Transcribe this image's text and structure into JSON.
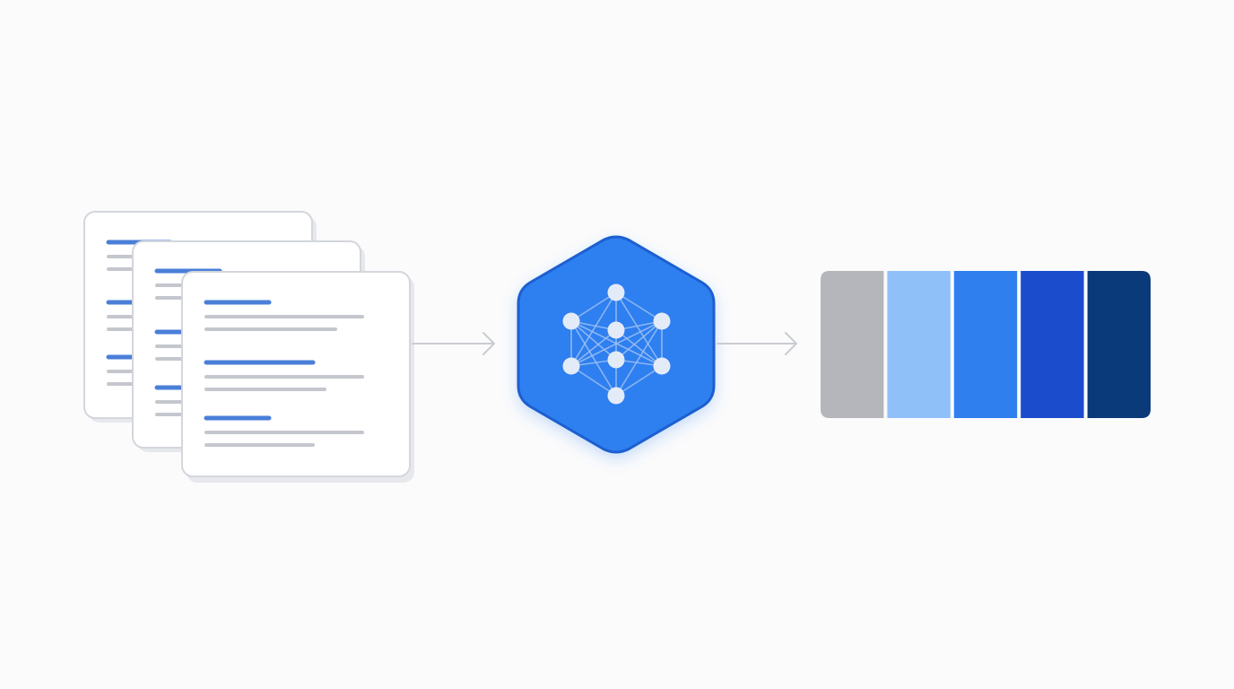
{
  "colors": {
    "background": "#fbfbfc",
    "card_fill": "#ffffff",
    "card_border": "#d3d6dc",
    "card_shadow": "#e6e8ec",
    "heading_line": "#4a7fd8",
    "text_line": "#c4c7cd",
    "arrow": "#c9ccd2",
    "hexagon_fill": "#2f7fef",
    "hexagon_border": "#1f5fcf",
    "node_fill": "#e3ebf8",
    "edge": "#9cc0f5"
  },
  "icons": {
    "documents": "document-stack-icon",
    "model": "neural-network-icon",
    "arrows": "arrow-right-icon"
  },
  "diagram": {
    "stages": [
      "document-stack",
      "neural-network-model",
      "color-scale-output"
    ],
    "document_count": 3,
    "output_swatches": [
      {
        "name": "gray",
        "color": "#b4b6bb"
      },
      {
        "name": "light-blue",
        "color": "#90c0f8"
      },
      {
        "name": "medium-blue",
        "color": "#2f7fef"
      },
      {
        "name": "royal-blue",
        "color": "#1a4ccc"
      },
      {
        "name": "navy",
        "color": "#0b3a7a"
      }
    ]
  }
}
